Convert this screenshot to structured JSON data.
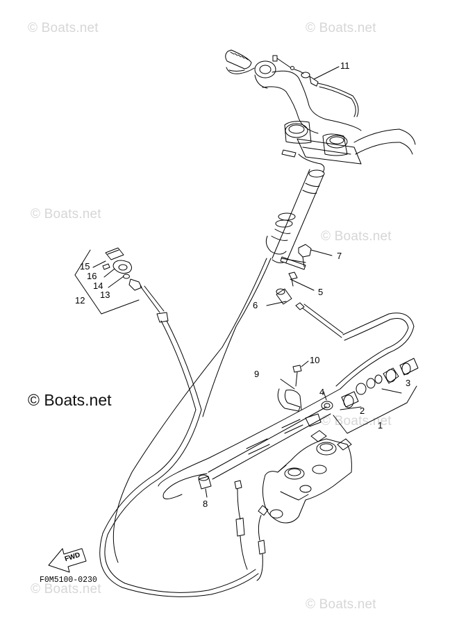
{
  "watermark": "© Boats.net",
  "big_watermark": "© Boats.net",
  "drawing_code": "F0M5100-0230",
  "fwd_label": "FWD",
  "callouts": {
    "p1": "1",
    "p2": "2",
    "p3": "3",
    "p4": "4",
    "p5": "5",
    "p6": "6",
    "p7": "7",
    "p8": "8",
    "p9": "9",
    "p10": "10",
    "p11": "11",
    "p12": "12",
    "p13": "13",
    "p14": "14",
    "p15": "15",
    "p16": "16"
  }
}
